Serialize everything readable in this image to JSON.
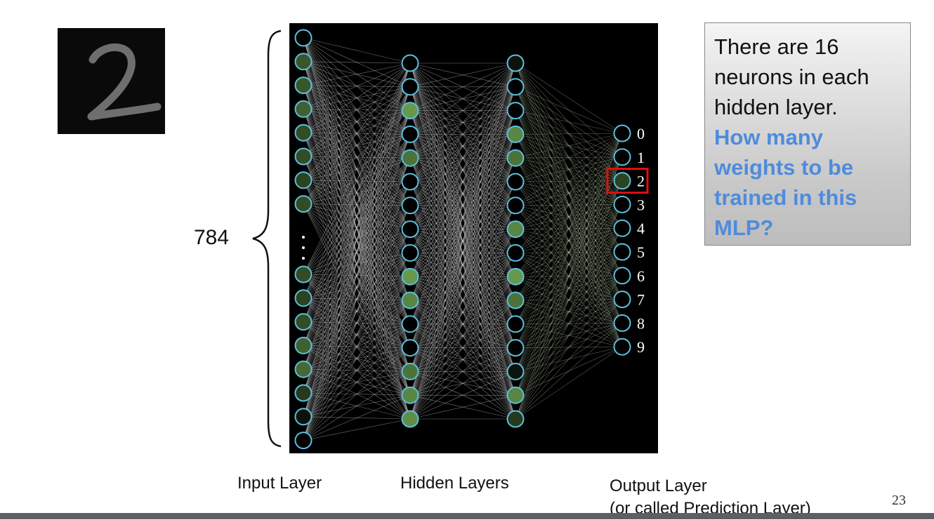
{
  "slide": {
    "input_count": "784",
    "question": {
      "statement": "There are 16 neurons in each hidden layer.",
      "question": "How many weights to be trained in this MLP?"
    },
    "labels": {
      "input_layer": "Input Layer",
      "hidden_layers": "Hidden Layers",
      "output_layer_line1": "Output Layer",
      "output_layer_line2": "(or called Prediction Layer)"
    },
    "slide_number": "23"
  },
  "network": {
    "input_activations_top": [
      0.0,
      0.45,
      0.45,
      0.5,
      0.4,
      0.4,
      0.35,
      0.4
    ],
    "input_activations_bottom": [
      0.4,
      0.35,
      0.4,
      0.5,
      0.55,
      0.3,
      0.1,
      0.0
    ],
    "hidden1_activations": [
      0.0,
      0.0,
      0.8,
      0.0,
      0.6,
      0.0,
      0.0,
      0.0,
      0.0,
      0.8,
      0.7,
      0.0,
      0.0,
      0.6,
      0.7,
      0.75
    ],
    "hidden2_activations": [
      0.1,
      0.0,
      0.0,
      0.7,
      0.6,
      0.0,
      0.0,
      0.7,
      0.0,
      0.8,
      0.6,
      0.0,
      0.0,
      0.1,
      0.7,
      0.3
    ],
    "output_digits": [
      "0",
      "1",
      "2",
      "3",
      "4",
      "5",
      "6",
      "7",
      "8",
      "9"
    ],
    "output_activations": [
      0.0,
      0.0,
      0.35,
      0.0,
      0.0,
      0.0,
      0.0,
      0.0,
      0.0,
      0.0
    ],
    "highlighted_output": "2",
    "neuron_outline_color": "#5bc0de",
    "active_neuron_color": "#7fbf5f",
    "highlight_color": "#e01010"
  }
}
